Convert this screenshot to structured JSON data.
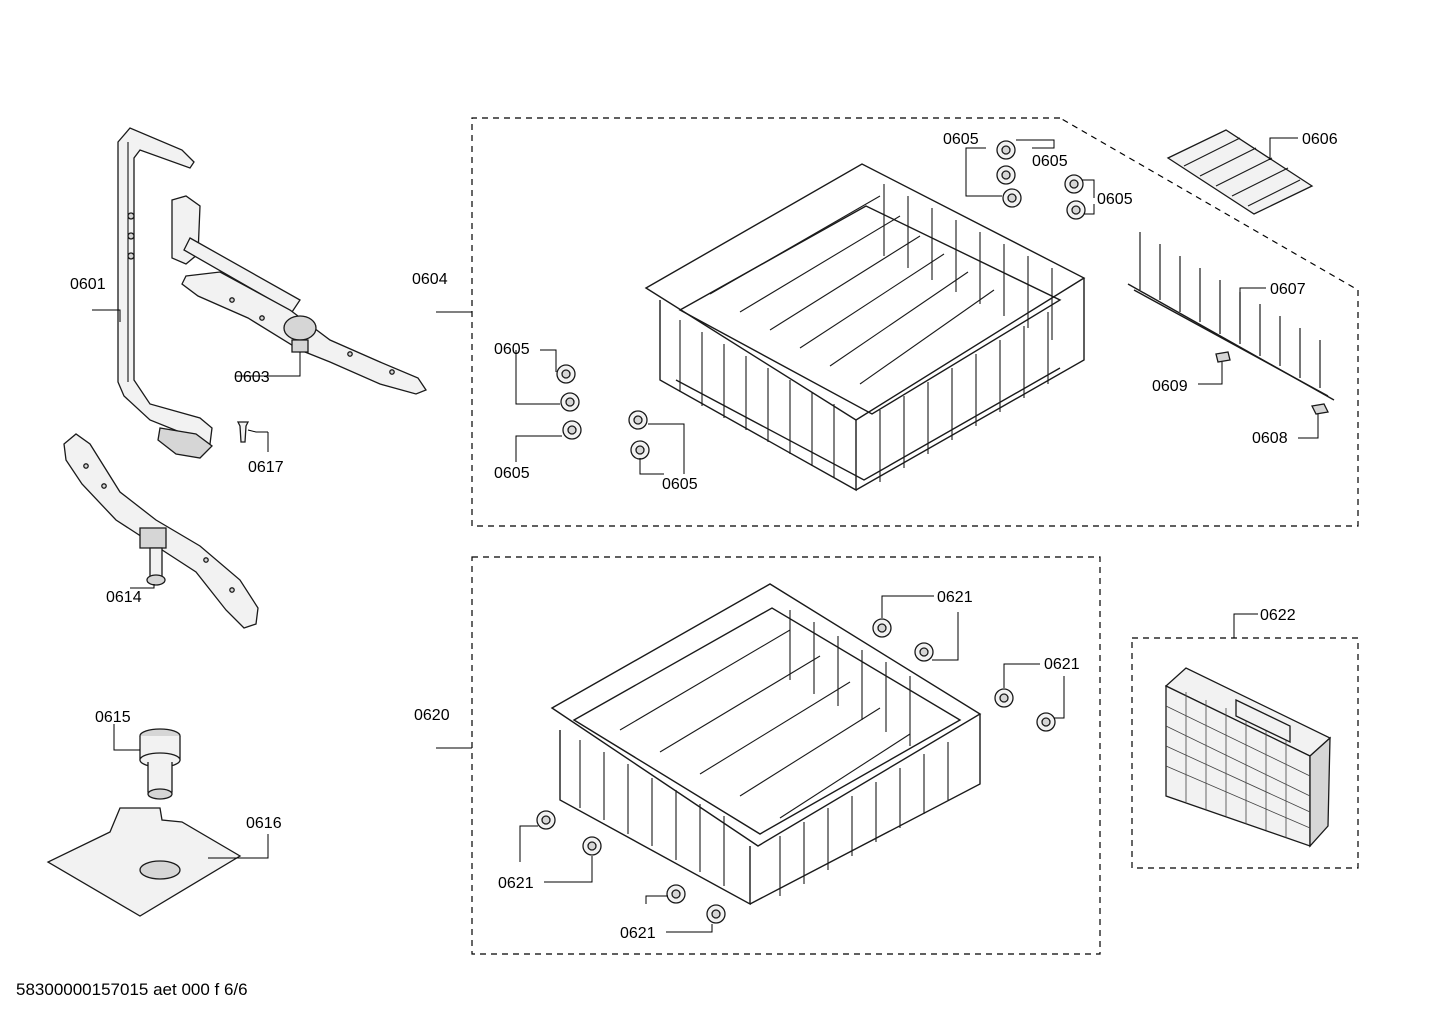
{
  "labels": {
    "p0601": "0601",
    "p0603": "0603",
    "p0604": "0604",
    "p0605": "0605",
    "p0606": "0606",
    "p0607": "0607",
    "p0608": "0608",
    "p0609": "0609",
    "p0614": "0614",
    "p0615": "0615",
    "p0616": "0616",
    "p0617": "0617",
    "p0620": "0620",
    "p0621": "0621",
    "p0622": "0622"
  },
  "footer": {
    "code": "58300000157015 aet 000 f 6/6"
  }
}
